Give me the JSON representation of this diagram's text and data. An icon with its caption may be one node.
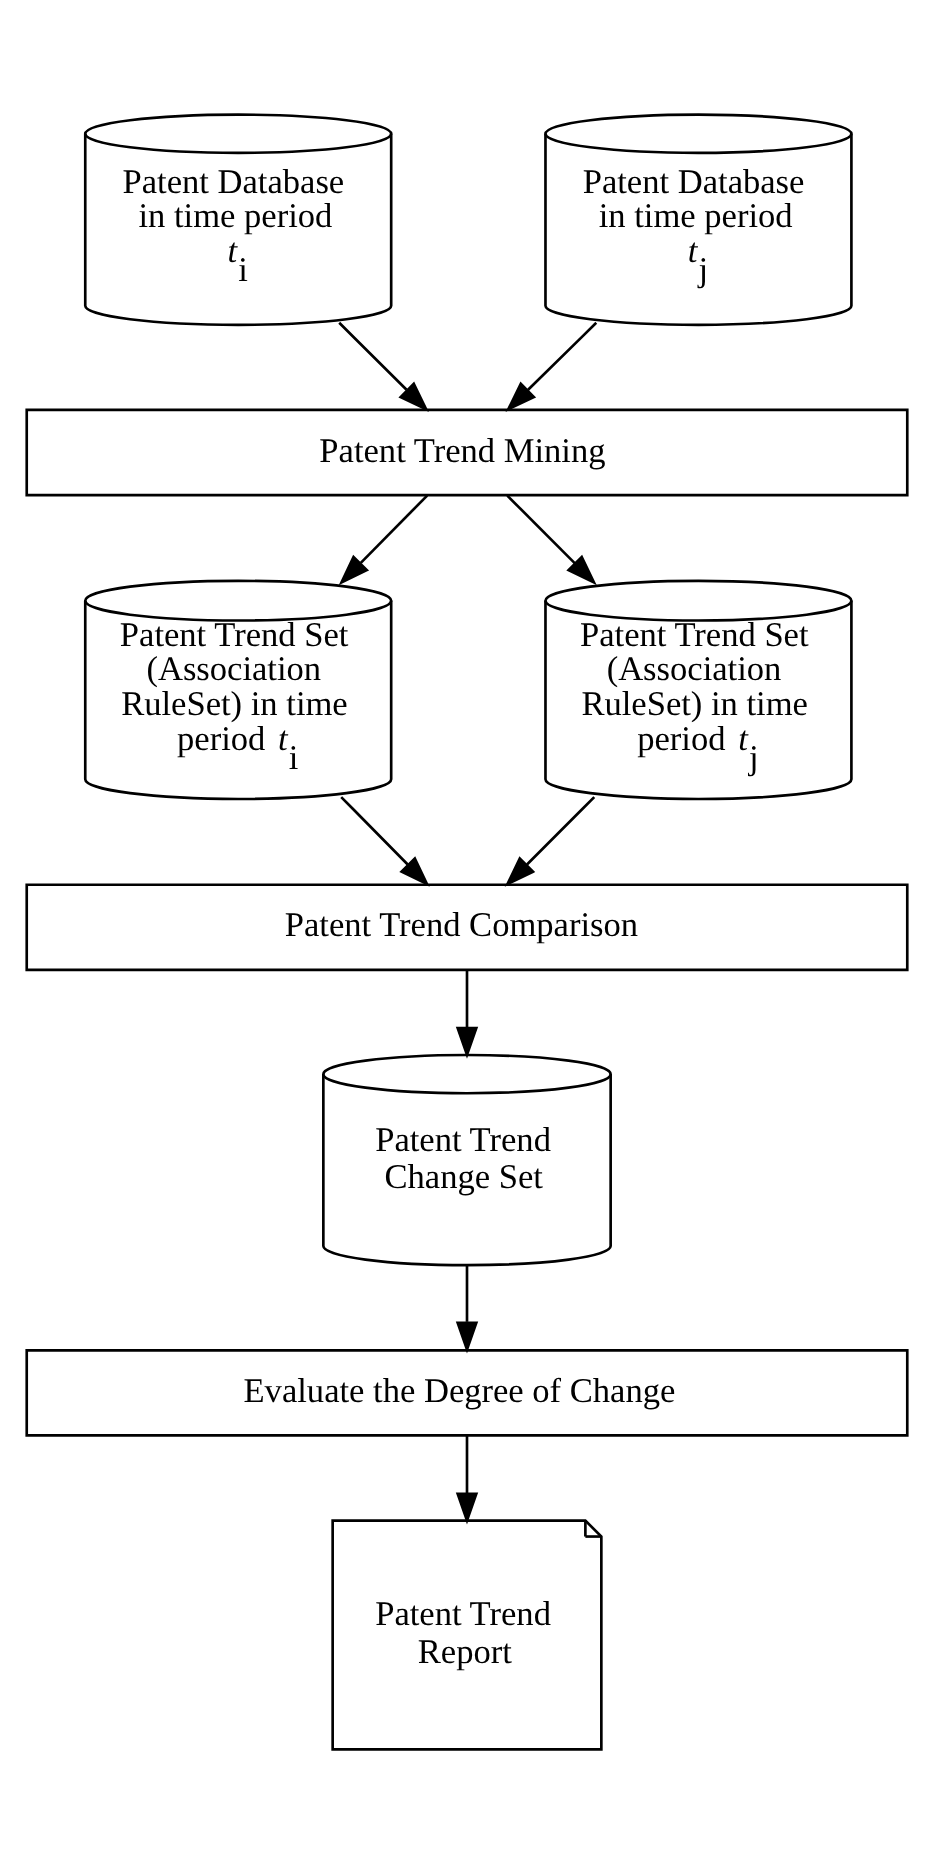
{
  "diagram": {
    "nodes": [
      {
        "text": [
          "Patent Database in time period *t*$_{i}$"
        ]
      },
      {
        "text": [
          "Patent Database in time period *t*$_{j}$"
        ]
      },
      {
        "text": [
          "Patent Trend Mining"
        ]
      },
      {
        "text": [
          "Patent Trend Set (Association RuleSet) in time period *t*$_{i}$"
        ]
      },
      {
        "text": [
          "Patent Trend Set (Association RuleSet) in time period *t*$_{j}$"
        ]
      },
      {
        "text": [
          "Patent Trend Comparison"
        ]
      },
      {
        "text": [
          "Patent Trend Change Set"
        ]
      },
      {
        "text": [
          "Evaluate the Degree of Change"
        ]
      },
      {
        "text": [
          "Patent Trend Report"
        ]
      }
    ],
    "edges": [
      {
        "from": 0,
        "to": 2,
        "arrow": "to"
      },
      {
        "from": 1,
        "to": 2,
        "arrow": "to"
      },
      {
        "from": 2,
        "to": 3,
        "arrow": "to"
      },
      {
        "from": 2,
        "to": 4,
        "arrow": "to"
      },
      {
        "from": 3,
        "to": 5,
        "arrow": "to"
      },
      {
        "from": 4,
        "to": 5,
        "arrow": "to"
      },
      {
        "from": 5,
        "to": 6,
        "arrow": "to"
      },
      {
        "from": 6,
        "to": 7,
        "arrow": "to"
      },
      {
        "from": 7,
        "to": 8,
        "arrow": "to"
      }
    ]
  }
}
